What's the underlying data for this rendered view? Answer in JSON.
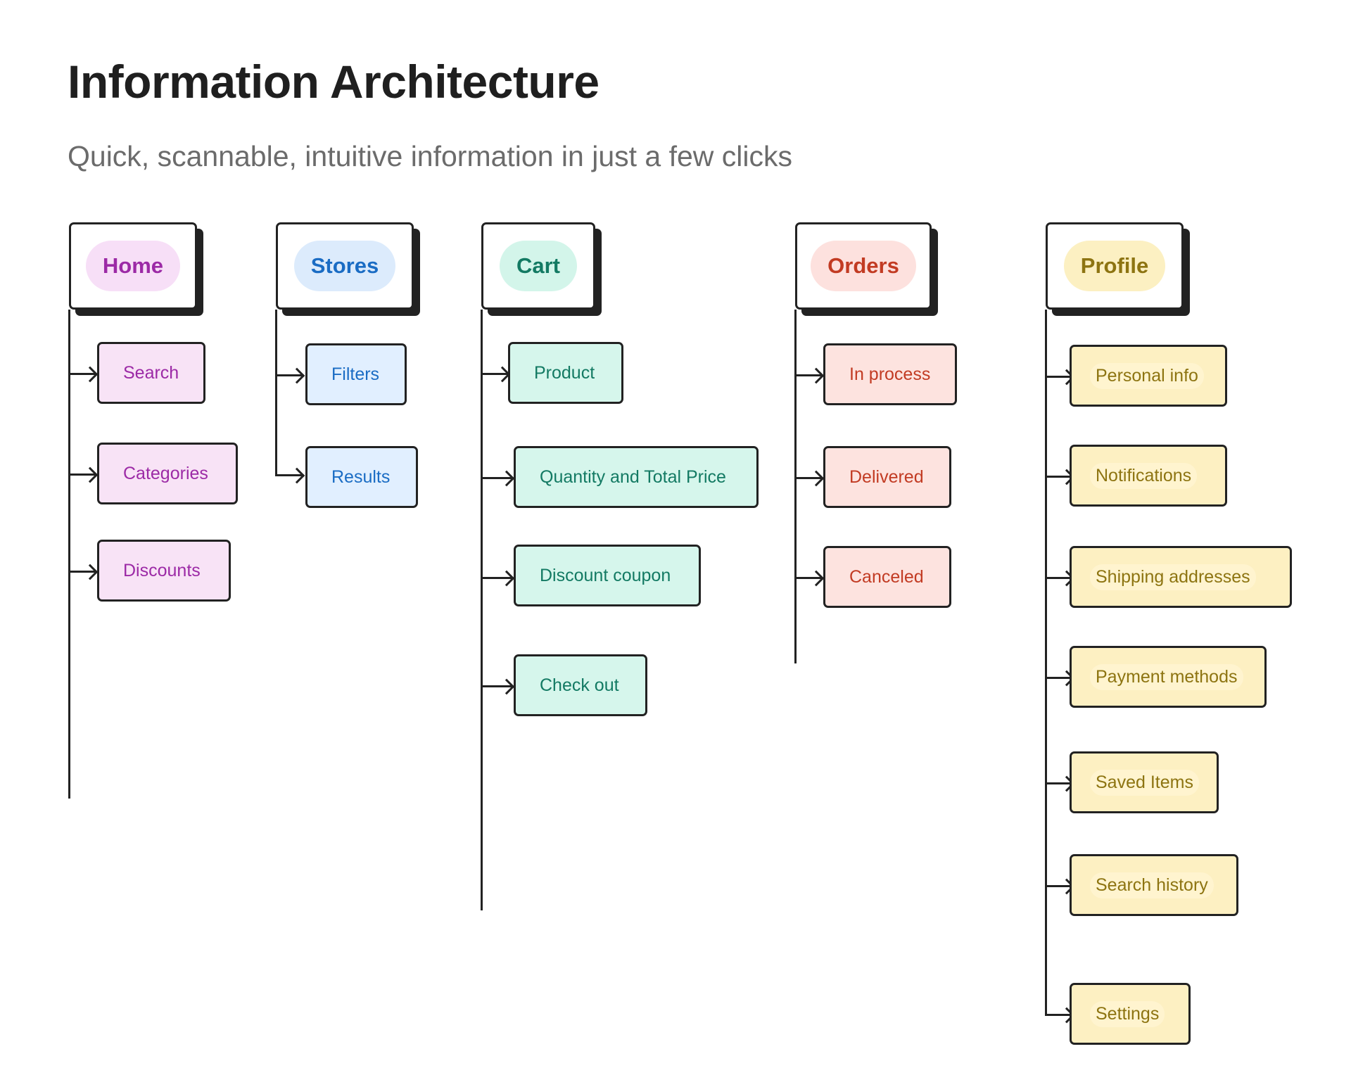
{
  "title": "Information Architecture",
  "subtitle": "Quick, scannable, intuitive information in just a few clicks",
  "columns": [
    {
      "key": "home",
      "label": "Home",
      "color": "#9c2aa6",
      "items": [
        "Search",
        "Categories",
        "Discounts"
      ]
    },
    {
      "key": "stores",
      "label": "Stores",
      "color": "#1a6cc4",
      "items": [
        "Filters",
        "Results"
      ]
    },
    {
      "key": "cart",
      "label": "Cart",
      "color": "#137a63",
      "items": [
        "Product",
        "Quantity and Total Price",
        "Discount coupon",
        "Check out"
      ]
    },
    {
      "key": "orders",
      "label": "Orders",
      "color": "#c23b23",
      "items": [
        "In process",
        "Delivered",
        "Canceled"
      ]
    },
    {
      "key": "profile",
      "label": "Profile",
      "color": "#8d7411",
      "items": [
        "Personal info",
        "Notifications",
        "Shipping addresses",
        "Payment methods",
        "Saved Items",
        "Search history",
        "Settings"
      ]
    }
  ]
}
